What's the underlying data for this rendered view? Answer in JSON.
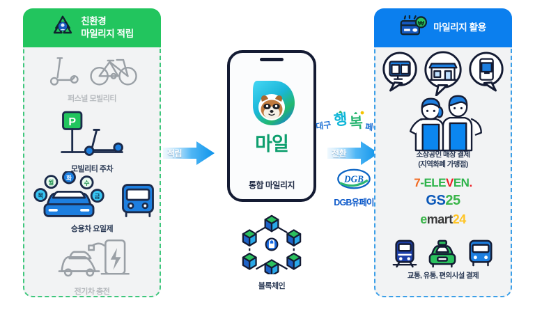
{
  "left_panel": {
    "header": {
      "icon": "recycle-icon",
      "title": "친환경\n마일리지 적립",
      "bg_color": "#22c55e"
    },
    "items": [
      {
        "id": "personal-mobility",
        "label": "퍼스널 모빌리티",
        "icons": [
          "kick-scooter-icon",
          "bicycle-icon"
        ],
        "state": "muted"
      },
      {
        "id": "mobility-parking",
        "label": "모빌리티 주차",
        "icons": [
          "parking-sign-icon",
          "kick-scooter-icon"
        ],
        "state": "active"
      },
      {
        "id": "car-day-system",
        "label": "승용차 요일제",
        "icons": [
          "car-icon",
          "bus-icon"
        ],
        "state": "active"
      },
      {
        "id": "ev-charging",
        "label": "전기차 충전",
        "icons": [
          "ev-charger-icon",
          "car-icon"
        ],
        "state": "muted"
      }
    ]
  },
  "center": {
    "phone": {
      "app_logo_text": "마일",
      "mascot": "raccoon-mascot-icon",
      "caption": "통합 마일리지"
    },
    "blockchain": {
      "icon": "blockchain-network-icon",
      "lock": "lock-icon",
      "label": "블록체인"
    }
  },
  "arrows": {
    "left": {
      "label": "적립",
      "color": "#1e9ef0"
    },
    "right": {
      "label": "전환",
      "color": "#1e9ef0"
    }
  },
  "pay": {
    "happy_pay_logo": "대구 행복페이",
    "dgb_logo": "DGB",
    "dgb_label": "DGB유페이"
  },
  "right_panel": {
    "header": {
      "icon": "card-won-icon",
      "title": "마일리지 활용",
      "bg_color": "#0b7fee"
    },
    "bubbles": [
      "online-store-icon",
      "shop-front-icon",
      "mobile-shopping-icon"
    ],
    "people": "shop-staff-illustration",
    "merchant_text_line1": "소상공인 매장 결제",
    "merchant_text_line2": "(지역화폐 가맹점)",
    "brands": [
      {
        "id": "seven-eleven",
        "text": "7-ELEVEN"
      },
      {
        "id": "gs25",
        "text": "GS25"
      },
      {
        "id": "emart24",
        "text": "emart24"
      }
    ],
    "transport_icons": [
      "train-icon",
      "taxi-icon",
      "bus-icon"
    ],
    "transport_label": "교통, 유통, 편의시설 결제"
  },
  "colors": {
    "green": "#22c55e",
    "blue": "#0b7fee",
    "arrow_blue": "#1e9ef0",
    "panel_bg": "#f2f3f4",
    "dark_navy": "#1f2a44",
    "muted_gray": "#b5b9bd"
  }
}
